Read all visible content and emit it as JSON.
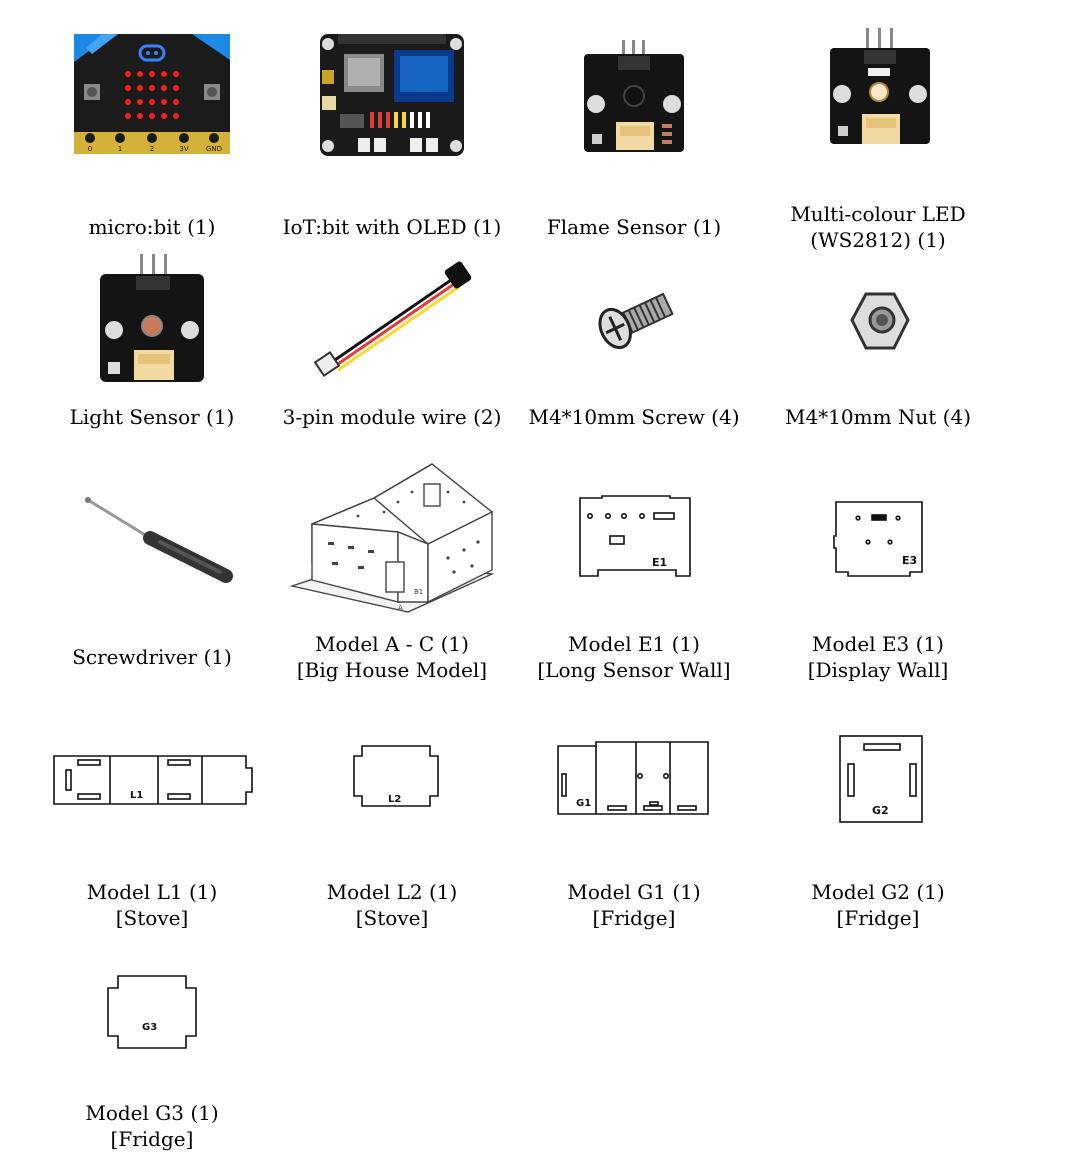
{
  "items": [
    {
      "caption": [
        "micro:bit (1)"
      ],
      "icon": "microbit-board-icon"
    },
    {
      "caption": [
        "IoT:bit with OLED (1)"
      ],
      "icon": "iot-bit-board-icon"
    },
    {
      "caption": [
        "Flame Sensor (1)"
      ],
      "icon": "flame-sensor-icon"
    },
    {
      "caption": [
        "Multi-colour LED",
        "(WS2812) (1)"
      ],
      "icon": "rgb-led-module-icon"
    },
    {
      "caption": [
        "Light Sensor (1)"
      ],
      "icon": "light-sensor-icon"
    },
    {
      "caption": [
        "3-pin module wire (2)"
      ],
      "icon": "wire-icon"
    },
    {
      "caption": [
        "M4*10mm Screw (4)"
      ],
      "icon": "screw-icon"
    },
    {
      "caption": [
        "M4*10mm Nut (4)"
      ],
      "icon": "nut-icon"
    },
    {
      "caption": [
        "Screwdriver (1)"
      ],
      "icon": "screwdriver-icon"
    },
    {
      "caption": [
        "Model A -  C (1)",
        "[Big House Model]"
      ],
      "icon": "house-model-icon"
    },
    {
      "caption": [
        "Model E1 (1)",
        "[Long Sensor Wall]"
      ],
      "icon": "panel-e1-icon",
      "label": "E1"
    },
    {
      "caption": [
        "Model E3 (1)",
        "[Display Wall]"
      ],
      "icon": "panel-e3-icon",
      "label": "E3"
    },
    {
      "caption": [
        "Model L1 (1)",
        "[Stove]"
      ],
      "icon": "panel-l1-icon",
      "label": "L1"
    },
    {
      "caption": [
        "Model L2 (1)",
        "[Stove]"
      ],
      "icon": "panel-l2-icon",
      "label": "L2"
    },
    {
      "caption": [
        "Model G1 (1)",
        "[Fridge]"
      ],
      "icon": "panel-g1-icon",
      "label": "G1"
    },
    {
      "caption": [
        "Model G2 (1)",
        "[Fridge]"
      ],
      "icon": "panel-g2-icon",
      "label": "G2"
    },
    {
      "caption": [
        "Model G3 (1)",
        "[Fridge]"
      ],
      "icon": "panel-g3-icon",
      "label": "G3"
    }
  ],
  "microbit_pins": [
    "0",
    "1",
    "2",
    "3V",
    "GND"
  ],
  "house_labels": [
    "B1",
    "A"
  ]
}
